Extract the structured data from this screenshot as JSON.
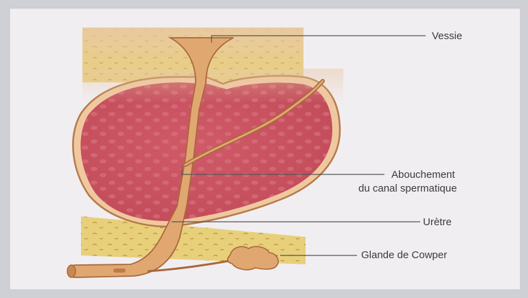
{
  "diagram": {
    "labels": {
      "vessie": "Vessie",
      "abouchement_line1": "Abouchement",
      "abouchement_line2": "du canal spermatique",
      "uretre": "Urètre",
      "glande": "Glande de Cowper"
    }
  }
}
